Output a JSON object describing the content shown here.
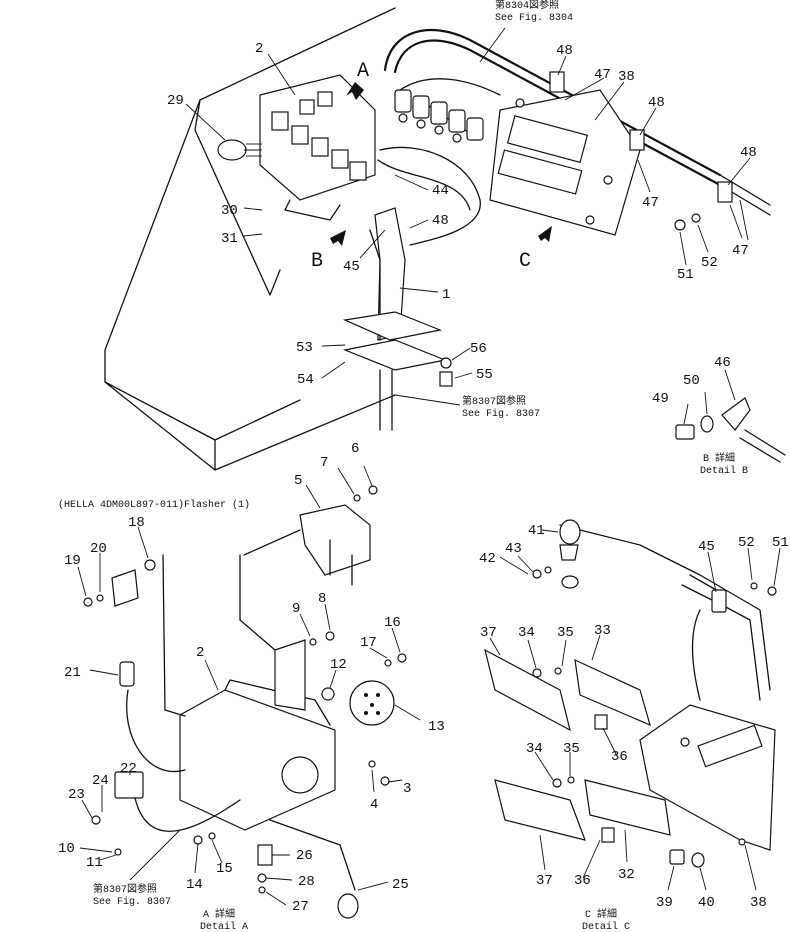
{
  "captions": {
    "ref_8304_jp": "第8304図参照",
    "ref_8304_en": "See Fig. 8304",
    "ref_8307_top_jp": "第8307図参照",
    "ref_8307_top_en": "See Fig. 8307",
    "ref_8307_bottom_jp": "第8307図参照",
    "ref_8307_bottom_en": "See Fig. 8307",
    "detail_b_jp": "B 詳細",
    "detail_b_en": "Detail B",
    "detail_a_jp": "A 詳細",
    "detail_a_en": "Detail A",
    "detail_c_jp": "C 詳細",
    "detail_c_en": "Detail C",
    "flasher_note": "(HELLA 4DM00L897-011)Flasher (1)"
  },
  "view_letters": {
    "a": "A",
    "b": "B",
    "c": "C"
  },
  "callouts": {
    "n2_top": "2",
    "n29": "29",
    "n30": "30",
    "n31": "31",
    "n44": "44",
    "n48_mid": "48",
    "n45_top": "45",
    "n1": "1",
    "n53": "53",
    "n54": "54",
    "n56": "56",
    "n55": "55",
    "n48_a": "48",
    "n47_a": "47",
    "n38_top": "38",
    "n48_b": "48",
    "n47_b": "47",
    "n48_c": "48",
    "n47_c": "47",
    "n51_top": "51",
    "n52_top": "52",
    "n46": "46",
    "n50": "50",
    "n49": "49",
    "n6": "6",
    "n7": "7",
    "n5": "5",
    "n18": "18",
    "n19": "19",
    "n20": "20",
    "n21": "21",
    "n9": "9",
    "n8": "8",
    "n16": "16",
    "n17": "17",
    "n12": "12",
    "n2_a": "2",
    "n13": "13",
    "n22": "22",
    "n24": "24",
    "n23": "23",
    "n4": "4",
    "n3": "3",
    "n10": "10",
    "n11": "11",
    "n26": "26",
    "n14": "14",
    "n15": "15",
    "n28": "28",
    "n25": "25",
    "n27": "27",
    "n41": "41",
    "n43": "43",
    "n42": "42",
    "n45_c": "45",
    "n52_c": "52",
    "n51_c": "51",
    "n37_a": "37",
    "n34_a": "34",
    "n35_a": "35",
    "n33": "33",
    "n36_a": "36",
    "n34_b": "34",
    "n35_b": "35",
    "n37_b": "37",
    "n36_b": "36",
    "n32": "32",
    "n39": "39",
    "n40": "40",
    "n38_c": "38"
  }
}
